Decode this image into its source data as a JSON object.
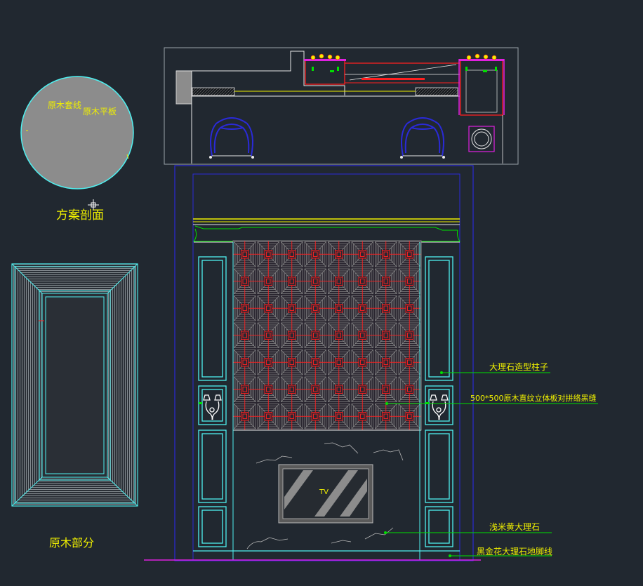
{
  "colors": {
    "background": "#212830",
    "cyan": "#4ff0f0",
    "blue": "#2a2ad8",
    "yellow": "#f0f000",
    "red": "#ff2020",
    "green": "#00e000",
    "magenta": "#e020e0",
    "white": "#e8e8e8",
    "grey": "#8c8c8c"
  },
  "labels": {
    "circle_label_1": "原木套线",
    "circle_label_2": "原木平板",
    "section_title": "方案剖面",
    "panel_title": "原木部分",
    "tv_label": "TV"
  },
  "callouts": [
    {
      "id": "marble-column",
      "text": "大理石造型柱子"
    },
    {
      "id": "wood-panel",
      "text": "500*500原木直纹立体板对拼络黑缝"
    },
    {
      "id": "beige-marble",
      "text": "浅米黄大理石"
    },
    {
      "id": "skirting",
      "text": "黑金花大理石地脚线"
    }
  ]
}
